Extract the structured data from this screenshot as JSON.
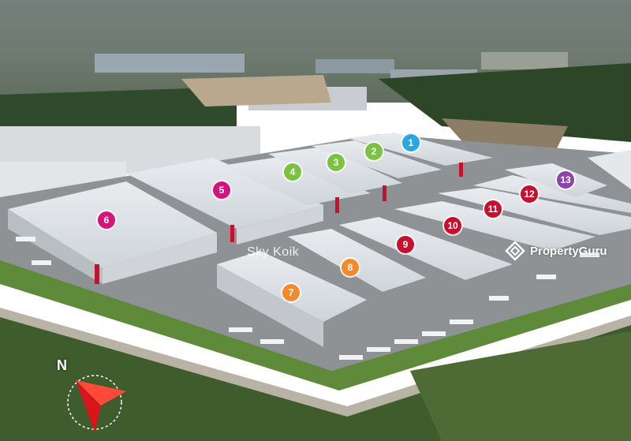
{
  "markers": [
    {
      "label": "1",
      "color": "#29a8e0"
    },
    {
      "label": "2",
      "color": "#7bc142"
    },
    {
      "label": "3",
      "color": "#7bc142"
    },
    {
      "label": "4",
      "color": "#7bc142"
    },
    {
      "label": "5",
      "color": "#d6127d"
    },
    {
      "label": "6",
      "color": "#d6127d"
    },
    {
      "label": "7",
      "color": "#f28a2e"
    },
    {
      "label": "8",
      "color": "#f28a2e"
    },
    {
      "label": "9",
      "color": "#c8102e"
    },
    {
      "label": "10",
      "color": "#c8102e"
    },
    {
      "label": "11",
      "color": "#c8102e"
    },
    {
      "label": "12",
      "color": "#c8102e"
    },
    {
      "label": "13",
      "color": "#8e44ad"
    }
  ],
  "watermark": "Sky Koik",
  "brand": "PropertyGuru",
  "compass": {
    "letter": "N",
    "color": "#d9151b"
  }
}
